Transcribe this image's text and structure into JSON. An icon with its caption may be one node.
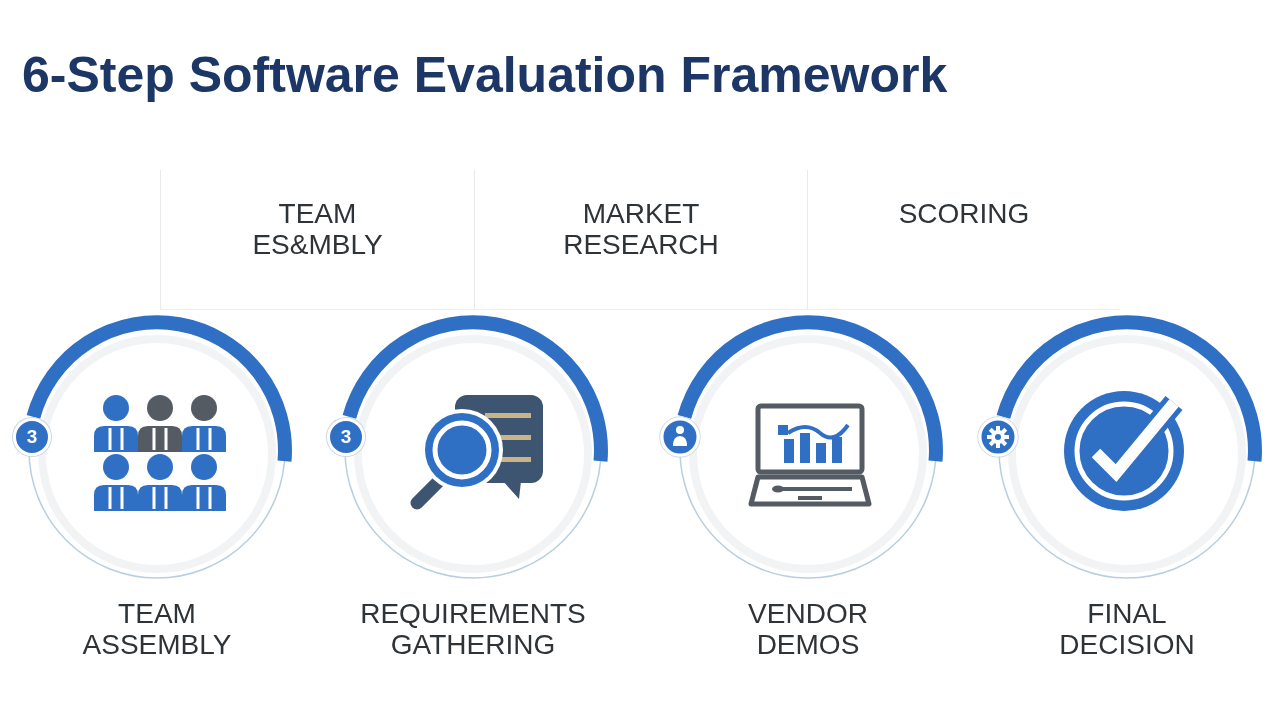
{
  "diagram": {
    "title": "6-Step Software Evaluation Framework",
    "nodes": [
      {
        "text": [
          "TEAM ES&MBLY"
        ]
      },
      {
        "text": [
          "MARKET RESEARCH"
        ]
      },
      {
        "text": [
          "SCORING"
        ]
      },
      {
        "text": [
          "TEAM ASSEMBLY"
        ]
      },
      {
        "text": [
          "3"
        ]
      },
      {
        "text": [
          "REQUIREMENTS GATHERING"
        ]
      },
      {
        "text": [
          "3"
        ]
      },
      {
        "text": [
          "VENDOR DEMOS"
        ]
      },
      {
        "text": [
          "FINAL DECISION"
        ]
      }
    ]
  }
}
